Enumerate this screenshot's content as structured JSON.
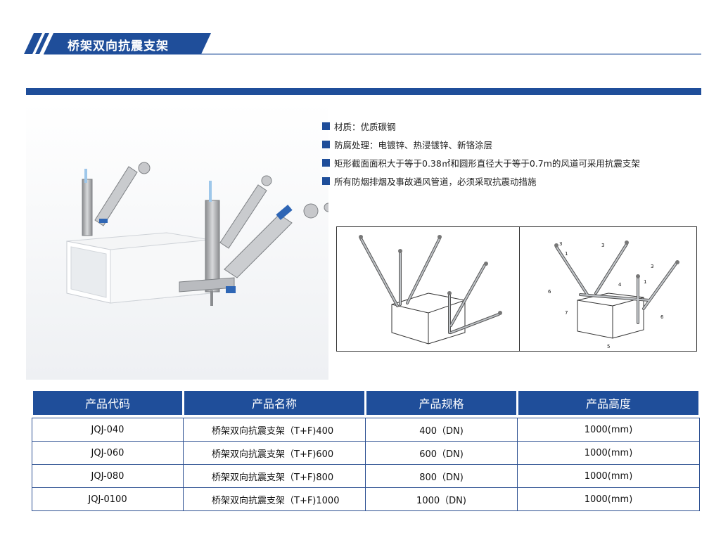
{
  "header": {
    "title": "桥架双向抗震支架"
  },
  "features": [
    "材质：优质碳钢",
    "防腐处理：电镀锌、热浸镀锌、新铬涂层",
    "矩形截面面积大于等于0.38㎡和圆形直径大于等于0.7m的风道可采用抗震支架",
    "所有防烟排烟及事故通风管道，必须采取抗震动措施"
  ],
  "diagram_labels": [
    "3",
    "1",
    "3",
    "4",
    "3",
    "6",
    "1",
    "7",
    "6",
    "5"
  ],
  "table": {
    "headers": [
      "产品代码",
      "产品名称",
      "产品规格",
      "产品高度"
    ],
    "rows": [
      [
        "JQJ-040",
        "桥架双向抗震支架（T+F)400",
        "400（DN)",
        "1000(mm)"
      ],
      [
        "JQJ-060",
        "桥架双向抗震支架（T+F)600",
        "600（DN)",
        "1000(mm)"
      ],
      [
        "JQJ-080",
        "桥架双向抗震支架（T+F)800",
        "800（DN)",
        "1000(mm)"
      ],
      [
        "JQJ-0100",
        "桥架双向抗震支架（T+F)1000",
        "1000（DN)",
        "1000(mm)"
      ]
    ]
  },
  "colors": {
    "primary": "#1f4e9a",
    "background": "#ffffff"
  }
}
